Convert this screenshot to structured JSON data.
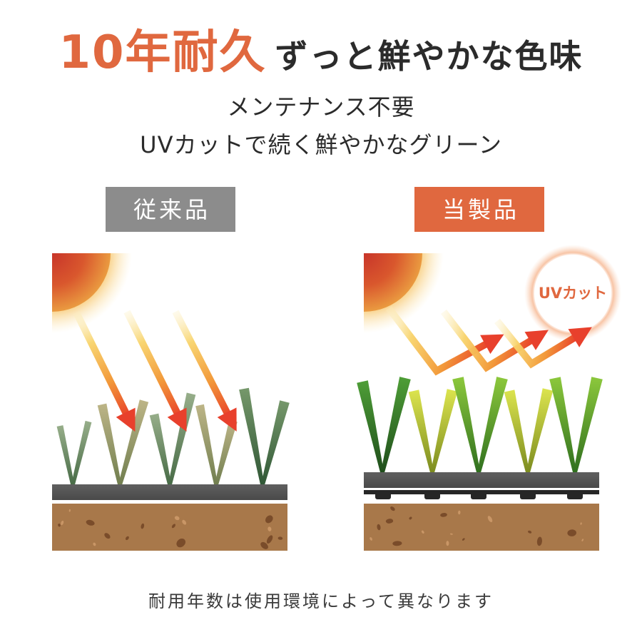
{
  "headline": {
    "accent": "10年耐久",
    "main": "ずっと鮮やかな色味"
  },
  "subheadline": {
    "line1": "メンテナンス不要",
    "line2": "UVカットで続く鮮やかなグリーン"
  },
  "comparison": {
    "conventional": {
      "label": "従来品"
    },
    "product": {
      "label": "当製品",
      "badge": "UVカット"
    }
  },
  "footnote": "耐用年数は使用環境によって異なります",
  "colors": {
    "accent": "#E0683F",
    "label_gray": "#8C8C8C",
    "text": "#2B2B2B",
    "ray_arrow": "#E8402C",
    "soil": "#A8784A"
  },
  "icons": {
    "sun": "sun-icon",
    "ray": "arrow-icon"
  }
}
